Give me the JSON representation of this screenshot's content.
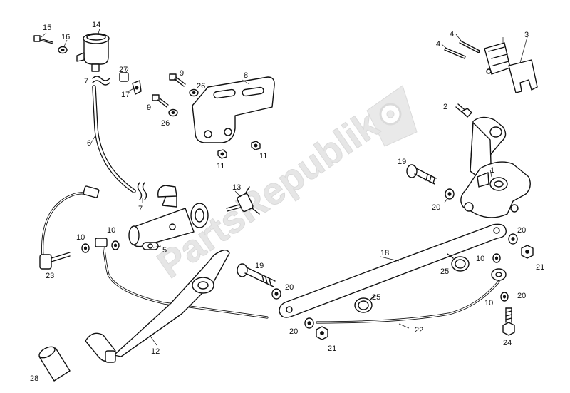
{
  "watermark": {
    "text": "PartsRepublik",
    "logo": "gear-flag-logo"
  },
  "callouts": {
    "c1": "1",
    "c2": "2",
    "c3": "3",
    "c4a": "4",
    "c4b": "4",
    "c5": "5",
    "c6": "6",
    "c7a": "7",
    "c7b": "7",
    "c8": "8",
    "c9a": "9",
    "c9b": "9",
    "c10a": "10",
    "c10b": "10",
    "c10c": "10",
    "c10d": "10",
    "c11a": "11",
    "c11b": "11",
    "c12": "12",
    "c13": "13",
    "c14": "14",
    "c15": "15",
    "c16": "16",
    "c17": "17",
    "c18": "18",
    "c19a": "19",
    "c19b": "19",
    "c20a": "20",
    "c20b": "20",
    "c20c": "20",
    "c20d": "20",
    "c20e": "20",
    "c21a": "21",
    "c21b": "21",
    "c22": "22",
    "c23": "23",
    "c24": "24",
    "c25a": "25",
    "c25b": "25",
    "c26a": "26",
    "c26b": "26",
    "c27": "27",
    "c28": "28"
  }
}
